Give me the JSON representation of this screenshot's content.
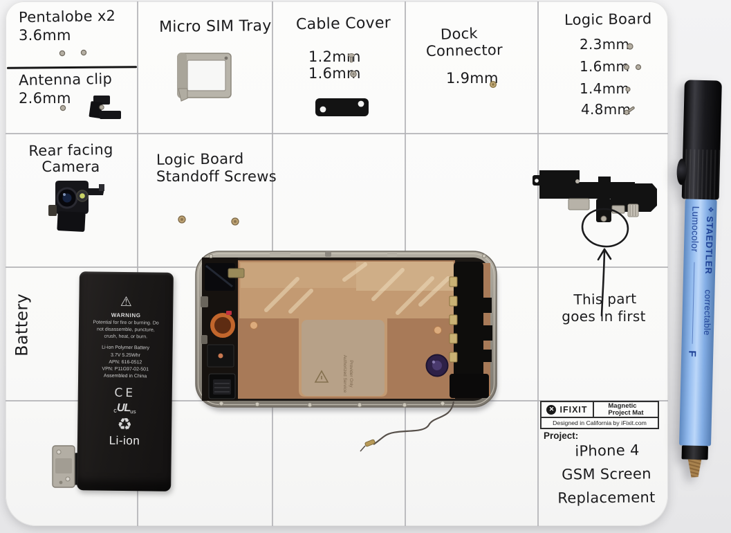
{
  "colors": {
    "mat": "#fbfbfa",
    "grid": "#b2b2b5",
    "ink": "#1b1b1d",
    "copper": "#b08261",
    "pen_blue": "#8fb7ea",
    "pen_navy": "#1c3f94",
    "battery_black": "#1b1918"
  },
  "icons": {
    "ifixit_logo_glyph": "✕",
    "warning_glyph": "⚠",
    "recycle_glyph": "♻",
    "pen_logo_glyph": "❖"
  },
  "mat": {
    "pentalobe": {
      "title": "Pentalobe x2",
      "size": "3.6mm"
    },
    "antenna_clip": {
      "title": "Antenna clip",
      "size": "2.6mm"
    },
    "micro_sim": {
      "title": "Micro SIM Tray"
    },
    "cable_cover": {
      "title": "Cable Cover",
      "sizes": [
        "1.2mm",
        "1.6mm"
      ]
    },
    "dock": {
      "title1": "Dock",
      "title2": "Connector",
      "size": "1.9mm"
    },
    "logic_board": {
      "title": "Logic Board",
      "sizes": [
        "2.3mm",
        "1.6mm",
        "1.4mm",
        "4.8mm"
      ]
    },
    "rear_camera": {
      "title1": "Rear facing",
      "title2": "Camera"
    },
    "standoff": {
      "title1": "Logic Board",
      "title2": "Standoff Screws"
    },
    "battery": {
      "title": "Battery"
    },
    "note": {
      "line1": "This part",
      "line2": "goes in first"
    }
  },
  "branding": {
    "logo_text": "IFIXIT",
    "product1": "Magnetic",
    "product2": "Project Mat",
    "designed": "Designed in California by iFixit.com",
    "project_label": "Project:",
    "project": [
      "iPhone 4",
      "GSM Screen",
      "Replacement"
    ]
  },
  "battery_label": {
    "warning_title": "WARNING",
    "warning_body": "Potential for fire or burning. Do not disassemble, puncture, crush, heat, or burn.",
    "spec1": "Li-ion Polymer Battery",
    "spec2": "3.7V  5.25Whr",
    "spec3": "APN: 616-0512",
    "spec4": "VPN: P11G97-02-501",
    "spec5": "Assembled in China",
    "ce": "CE",
    "ul_c": "c",
    "ul_main": "UL",
    "ul_us": "us",
    "chem": "Li-ion"
  },
  "phone": {
    "etch1": "Authorized Service",
    "etch2": "Provider Only"
  },
  "pen": {
    "brand": "STAEDTLER",
    "model": "Lumocolor",
    "variant": "correctable",
    "grade": "F"
  }
}
